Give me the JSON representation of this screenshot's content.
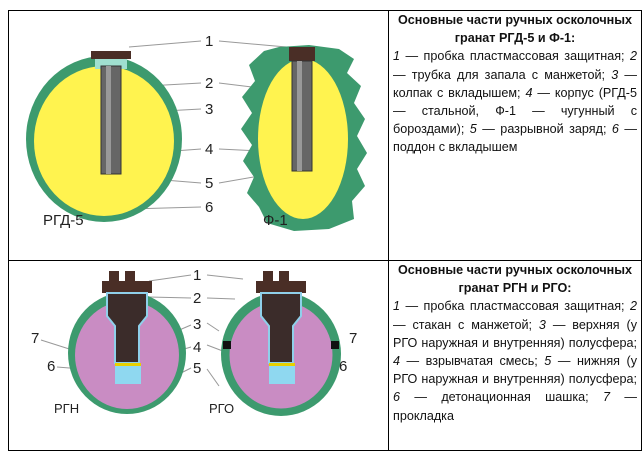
{
  "row1": {
    "title": "Основные части ручных осколочных гранат РГД-5 и Ф-1:",
    "parts": [
      {
        "n": "1",
        "t": " — пробка пластмассовая защитная; "
      },
      {
        "n": "2",
        "t": " — трубка для запала с манжетой; "
      },
      {
        "n": "3",
        "t": " — колпак с вкладышем; "
      },
      {
        "n": "4",
        "t": " — корпус (РГД-5 — стальной, Ф-1 — чугунный с бороздами); "
      },
      {
        "n": "5",
        "t": " — разрывной заряд; "
      },
      {
        "n": "6",
        "t": " — поддон с вкладышем"
      }
    ],
    "diagram": {
      "labels": [
        "1",
        "2",
        "3",
        "4",
        "5",
        "6"
      ],
      "left_caption": "РГД-5",
      "right_caption": "Ф-1"
    }
  },
  "row2": {
    "title": "Основные части ручных осколочных гранат РГН и РГО:",
    "parts": [
      {
        "n": "1",
        "t": " — пробка пластмассовая защитная; "
      },
      {
        "n": "2",
        "t": " — стакан с манжетой; "
      },
      {
        "n": "3",
        "t": " — верхняя (у РГО наружная и внутренняя) полусфера; "
      },
      {
        "n": "4",
        "t": " — взрывчатая смесь; "
      },
      {
        "n": "5",
        "t": " — нижняя (у РГО наружная и внутренняя) полусфера; "
      },
      {
        "n": "6",
        "t": " — детонационная шашка; "
      },
      {
        "n": "7",
        "t": " — прокладка"
      }
    ],
    "diagram": {
      "labels": [
        "1",
        "2",
        "3",
        "4",
        "5",
        "7",
        "6",
        "7",
        "6"
      ],
      "left_caption": "РГН",
      "right_caption": "РГО"
    }
  }
}
